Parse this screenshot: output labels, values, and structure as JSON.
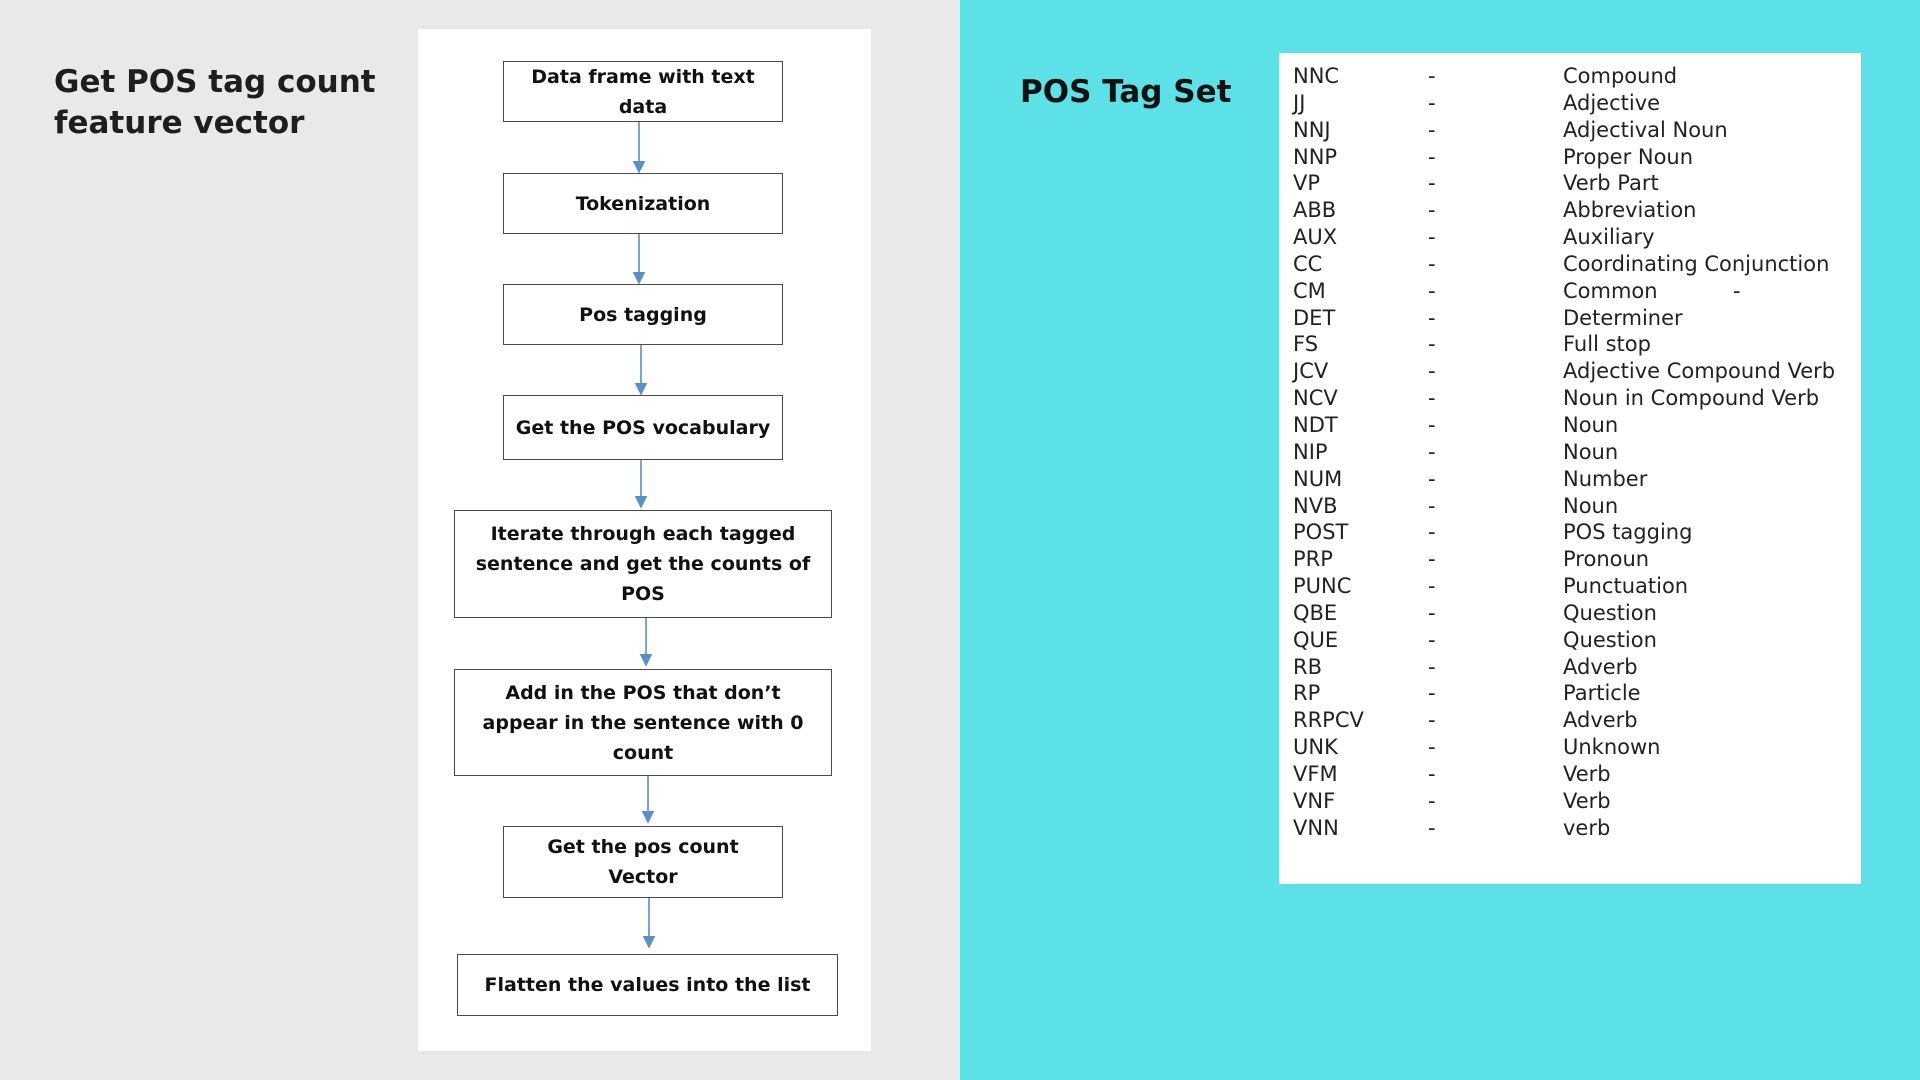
{
  "left": {
    "title": "Get POS tag count feature vector",
    "flowchart": {
      "steps": [
        "Data frame with text data",
        "Tokenization",
        "Pos tagging",
        "Get the POS vocabulary",
        "Iterate through each tagged sentence and get the counts of POS",
        "Add in the POS that don’t appear in the sentence with 0 count",
        "Get the pos count Vector",
        "Flatten the values into the list"
      ],
      "arrow_color": "#5b8fc7"
    }
  },
  "right": {
    "title": "POS Tag Set",
    "tags": [
      {
        "code": "NNC",
        "dash": "-",
        "desc": "Compound",
        "extra": ""
      },
      {
        "code": "JJ",
        "dash": "-",
        "desc": "Adjective",
        "extra": ""
      },
      {
        "code": "NNJ",
        "dash": "-",
        "desc": "Adjectival Noun",
        "extra": ""
      },
      {
        "code": "NNP",
        "dash": "-",
        "desc": "Proper Noun",
        "extra": ""
      },
      {
        "code": "VP",
        "dash": "-",
        "desc": "Verb Part",
        "extra": ""
      },
      {
        "code": "ABB",
        "dash": "-",
        "desc": "Abbreviation",
        "extra": ""
      },
      {
        "code": "AUX",
        "dash": "-",
        "desc": "Auxiliary",
        "extra": ""
      },
      {
        "code": "CC",
        "dash": "-",
        "desc": "Coordinating Conjunction",
        "extra": ""
      },
      {
        "code": "CM",
        "dash": "-",
        "desc": "Common",
        "extra": "-"
      },
      {
        "code": "DET",
        "dash": "-",
        "desc": "Determiner",
        "extra": ""
      },
      {
        "code": "FS",
        "dash": "-",
        "desc": "Full stop",
        "extra": ""
      },
      {
        "code": "JCV",
        "dash": "-",
        "desc": "Adjective Compound Verb",
        "extra": ""
      },
      {
        "code": "NCV",
        "dash": "-",
        "desc": "Noun in Compound Verb",
        "extra": ""
      },
      {
        "code": "NDT",
        "dash": "-",
        "desc": "Noun",
        "extra": ""
      },
      {
        "code": "NIP",
        "dash": "-",
        "desc": "Noun",
        "extra": ""
      },
      {
        "code": "NUM",
        "dash": "-",
        "desc": "Number",
        "extra": ""
      },
      {
        "code": "NVB",
        "dash": "-",
        "desc": "Noun",
        "extra": ""
      },
      {
        "code": "POST",
        "dash": "-",
        "desc": "POS tagging",
        "extra": ""
      },
      {
        "code": "PRP",
        "dash": "-",
        "desc": "Pronoun",
        "extra": ""
      },
      {
        "code": "PUNC",
        "dash": "-",
        "desc": "Punctuation",
        "extra": ""
      },
      {
        "code": "QBE",
        "dash": "-",
        "desc": "Question",
        "extra": ""
      },
      {
        "code": "QUE",
        "dash": "-",
        "desc": "Question",
        "extra": ""
      },
      {
        "code": "RB",
        "dash": "-",
        "desc": "Adverb",
        "extra": ""
      },
      {
        "code": "RP",
        "dash": "-",
        "desc": "Particle",
        "extra": ""
      },
      {
        "code": "RRPCV",
        "dash": "-",
        "desc": "Adverb",
        "extra": ""
      },
      {
        "code": "UNK",
        "dash": "-",
        "desc": "Unknown",
        "extra": ""
      },
      {
        "code": "VFM",
        "dash": "-",
        "desc": "Verb",
        "extra": ""
      },
      {
        "code": "VNF",
        "dash": "-",
        "desc": "Verb",
        "extra": ""
      },
      {
        "code": "VNN",
        "dash": "-",
        "desc": "verb",
        "extra": ""
      }
    ]
  }
}
